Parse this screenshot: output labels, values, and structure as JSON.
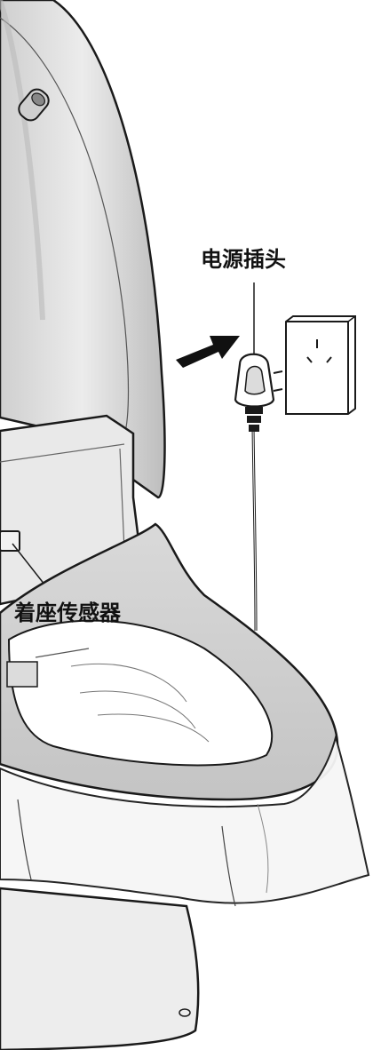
{
  "labels": {
    "power_plug": "电源插头",
    "seat_sensor": "着座传感器"
  },
  "colors": {
    "outline": "#1a1a1a",
    "lid_fill": "#e6e6e6",
    "seat_fill": "#d8d8d8",
    "bowl_inner": "#ffffff",
    "skirt_fill": "#f4f4f4",
    "arrow_fill": "#111111"
  },
  "icons": [
    "toilet-illustration",
    "wall-socket-icon",
    "power-plug-icon",
    "insert-arrow-icon"
  ]
}
